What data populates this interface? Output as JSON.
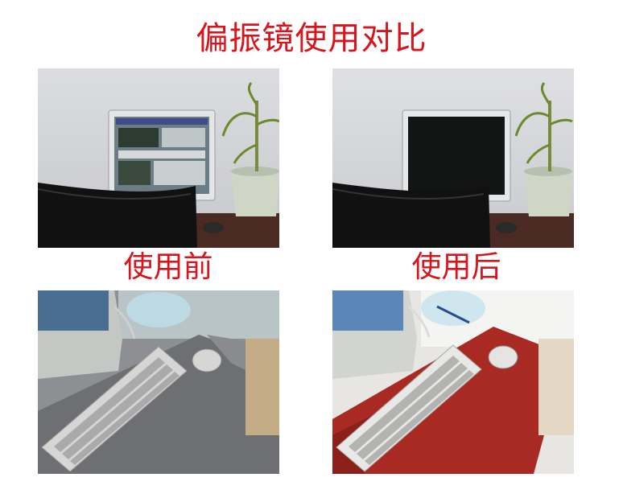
{
  "title": "偏振镜使用对比",
  "labels": {
    "before": "使用前",
    "after": "使用后"
  },
  "colors": {
    "title_red": "#d9141c"
  }
}
